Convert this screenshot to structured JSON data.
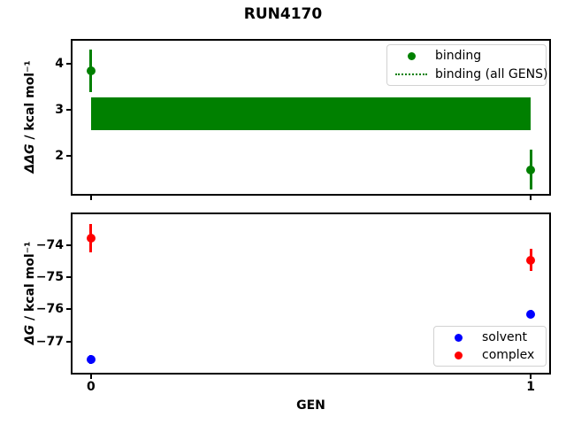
{
  "figure": {
    "title": "RUN4170",
    "xlabel": "GEN",
    "background": "#ffffff"
  },
  "colors": {
    "binding": "#008000",
    "solvent": "#0000ff",
    "complex": "#ff0000",
    "axis": "#000000",
    "legend_border": "#d2d2d2"
  },
  "chart_data": [
    {
      "type": "scatter",
      "subplot": "top",
      "ylabel": {
        "math": "ΔΔG",
        "units": " / kcal mol⁻¹"
      },
      "xlim": [
        -0.046,
        1.046
      ],
      "ylim": [
        1.13,
        4.53
      ],
      "yticks": [
        "4",
        "3",
        "2"
      ],
      "xticks": [
        {
          "v": 0,
          "label": ""
        },
        {
          "v": 1,
          "label": ""
        }
      ],
      "grid": false,
      "series": [
        {
          "name": "binding",
          "color": "#008000",
          "marker": "circle",
          "points": [
            {
              "x": 0,
              "y": 3.83,
              "yerr": 0.46
            },
            {
              "x": 1,
              "y": 1.69,
              "yerr": 0.43
            }
          ]
        }
      ],
      "band": {
        "name": "binding (all GENS)",
        "color": "#008000",
        "x0": 0,
        "x1": 1,
        "ylo": 2.56,
        "yhi": 3.27
      },
      "legend": {
        "position": "upper right",
        "entries": [
          {
            "label": "binding",
            "swatch": "dot",
            "color": "#008000"
          },
          {
            "label": "binding (all GENS)",
            "swatch": "dotted-line",
            "color": "#008000"
          }
        ]
      }
    },
    {
      "type": "scatter",
      "subplot": "bottom",
      "ylabel": {
        "math": "ΔG",
        "units": " / kcal mol⁻¹"
      },
      "xlabel": "GEN",
      "xlim": [
        -0.046,
        1.046
      ],
      "ylim": [
        -78.03,
        -72.99
      ],
      "yticks": [
        "−74",
        "−75",
        "−76",
        "−77"
      ],
      "xticks": [
        {
          "v": 0,
          "label": "0"
        },
        {
          "v": 1,
          "label": "1"
        }
      ],
      "grid": false,
      "series": [
        {
          "name": "solvent",
          "color": "#0000ff",
          "marker": "circle",
          "points": [
            {
              "x": 0,
              "y": -77.56,
              "yerr": 0.13
            },
            {
              "x": 1,
              "y": -76.15,
              "yerr": 0.13
            }
          ]
        },
        {
          "name": "complex",
          "color": "#ff0000",
          "marker": "circle",
          "points": [
            {
              "x": 0,
              "y": -73.78,
              "yerr": 0.44
            },
            {
              "x": 1,
              "y": -74.47,
              "yerr": 0.34
            }
          ]
        }
      ],
      "legend": {
        "position": "lower right",
        "entries": [
          {
            "label": "solvent",
            "swatch": "dot",
            "color": "#0000ff"
          },
          {
            "label": "complex",
            "swatch": "dot",
            "color": "#ff0000"
          }
        ]
      }
    }
  ]
}
